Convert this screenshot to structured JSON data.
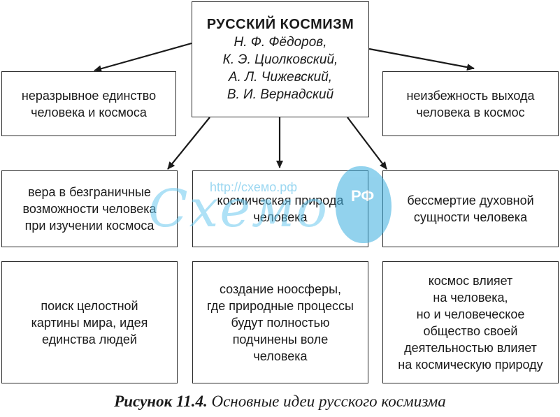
{
  "center": {
    "title": "РУССКИЙ КОСМИЗМ",
    "authors": "Н. Ф. Фёдоров,\nК. Э. Циолковский,\nА. Л. Чижевский,\nВ. И. Вернадский"
  },
  "boxes": {
    "left_top": "неразрывное единство\nчеловека и космоса",
    "right_top": "неизбежность выхода\nчеловека в космос",
    "mid_left": "вера в безграничные\nвозможности человека\nпри изучении космоса",
    "mid_center": "космическая природа\nчеловека",
    "mid_right": "бессмертие духовной\nсущности человека",
    "bottom_left": "поиск целостной\nкартины мира, идея\nединства людей",
    "bottom_center": "создание ноосферы,\nгде природные процессы\nбудут полностью\nподчинены воле\nчеловека",
    "bottom_right": "космос влияет\nна человека,\nно и человеческое\nобщество своей\nдеятельностью влияет\nна космическую природу"
  },
  "watermark": {
    "url": "http://схемо.рф",
    "word": "Схемо",
    "badge": "РФ"
  },
  "caption": {
    "label": "Рисунок 11.4.",
    "text": "Основные идеи русского космизма"
  }
}
